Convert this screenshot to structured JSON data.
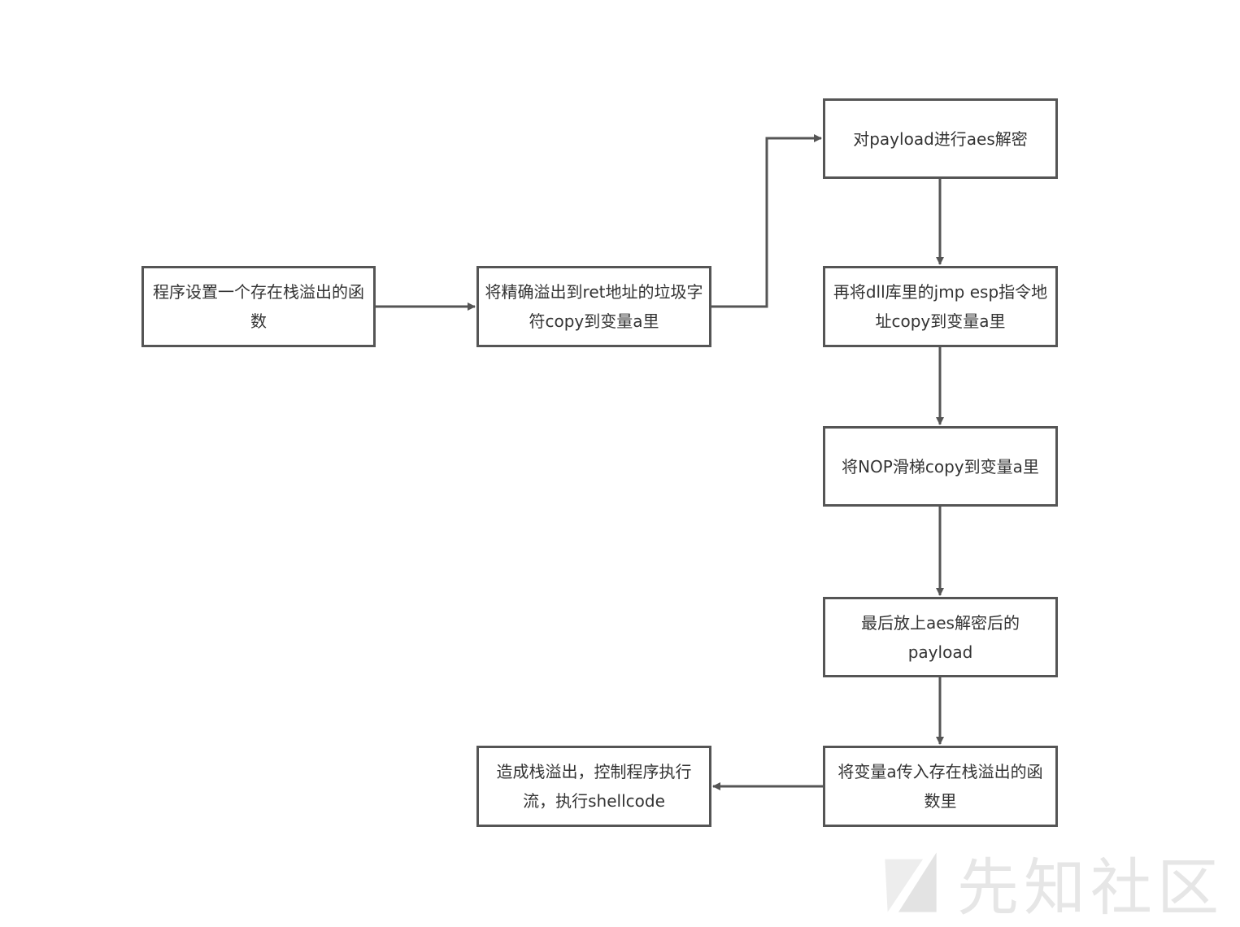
{
  "diagram": {
    "nodes": {
      "n1": "程序设置一个存在栈溢出的函数",
      "n2": "将精确溢出到ret地址的垃圾字符copy到变量a里",
      "n3": "对payload进行aes解密",
      "n4": "再将dll库里的jmp esp指令地址copy到变量a里",
      "n5": "将NOP滑梯copy到变量a里",
      "n6": "最后放上aes解密后的payload",
      "n7": "将变量a传入存在栈溢出的函数里",
      "n8": "造成栈溢出，控制程序执行流，执行shellcode"
    },
    "edges": [
      {
        "from": "n1",
        "to": "n2"
      },
      {
        "from": "n2",
        "to": "n3"
      },
      {
        "from": "n3",
        "to": "n4"
      },
      {
        "from": "n4",
        "to": "n5"
      },
      {
        "from": "n5",
        "to": "n6"
      },
      {
        "from": "n6",
        "to": "n7"
      },
      {
        "from": "n7",
        "to": "n8"
      }
    ]
  },
  "watermark": {
    "text": "先知社区"
  },
  "colors": {
    "border": "#555555",
    "arrow": "#555555",
    "text": "#333333",
    "watermark": "#e6e6e6"
  }
}
